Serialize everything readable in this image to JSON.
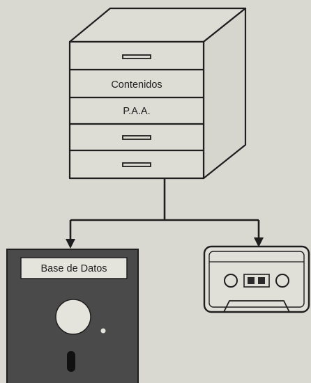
{
  "cabinet": {
    "drawers": [
      "",
      "Contenidos",
      "P.A.A.",
      "",
      ""
    ]
  },
  "storage": {
    "floppy_label": "Base de Datos"
  },
  "colors": {
    "background": "#d9d8d1",
    "ink": "#1e1e1e",
    "floppy_body": "#4a4a4a",
    "label_paper": "#e4e3dc"
  }
}
